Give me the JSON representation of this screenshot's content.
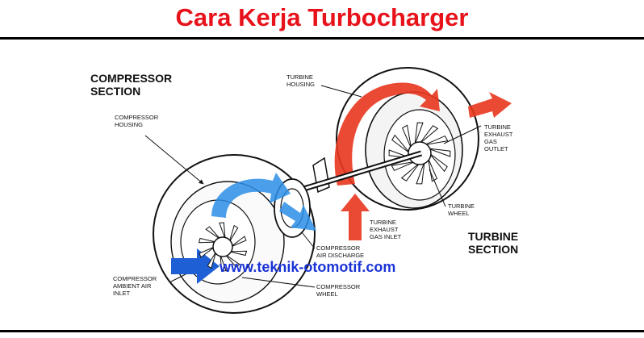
{
  "title": "Cara Kerja Turbocharger",
  "colors": {
    "title": "#e8121b",
    "hot_flow": "#e8361e",
    "cold_flow": "#2b8ee6",
    "intake_flow": "#1f5fd6",
    "watermark": "#1a33d6",
    "line": "#111111"
  },
  "labels": {
    "compressor_section": [
      "COMPRESSOR",
      "SECTION"
    ],
    "compressor_housing": [
      "COMPRESSOR",
      "HOUSING"
    ],
    "turbine_housing": [
      "TURBINE",
      "HOUSING"
    ],
    "turbine_exhaust_gas_outlet": [
      "TURBINE",
      "EXHAUST",
      "GAS",
      "OUTLET"
    ],
    "turbine_wheel": [
      "TURBINE",
      "WHEEL"
    ],
    "turbine_exhaust_gas_inlet": [
      "TURBINE",
      "EXHAUST",
      "GAS INLET"
    ],
    "turbine_section": [
      "TURBINE",
      "SECTION"
    ],
    "compressor_air_discharge": [
      "COMPRESSOR",
      "AIR DISCHARGE"
    ],
    "compressor_ambient_air_inlet": [
      "COMPRESSOR",
      "AMBIENT AIR",
      "INLET"
    ],
    "compressor_wheel": [
      "COMPRESSOR",
      "WHEEL"
    ]
  },
  "watermark": "www.teknik-otomotif.com"
}
